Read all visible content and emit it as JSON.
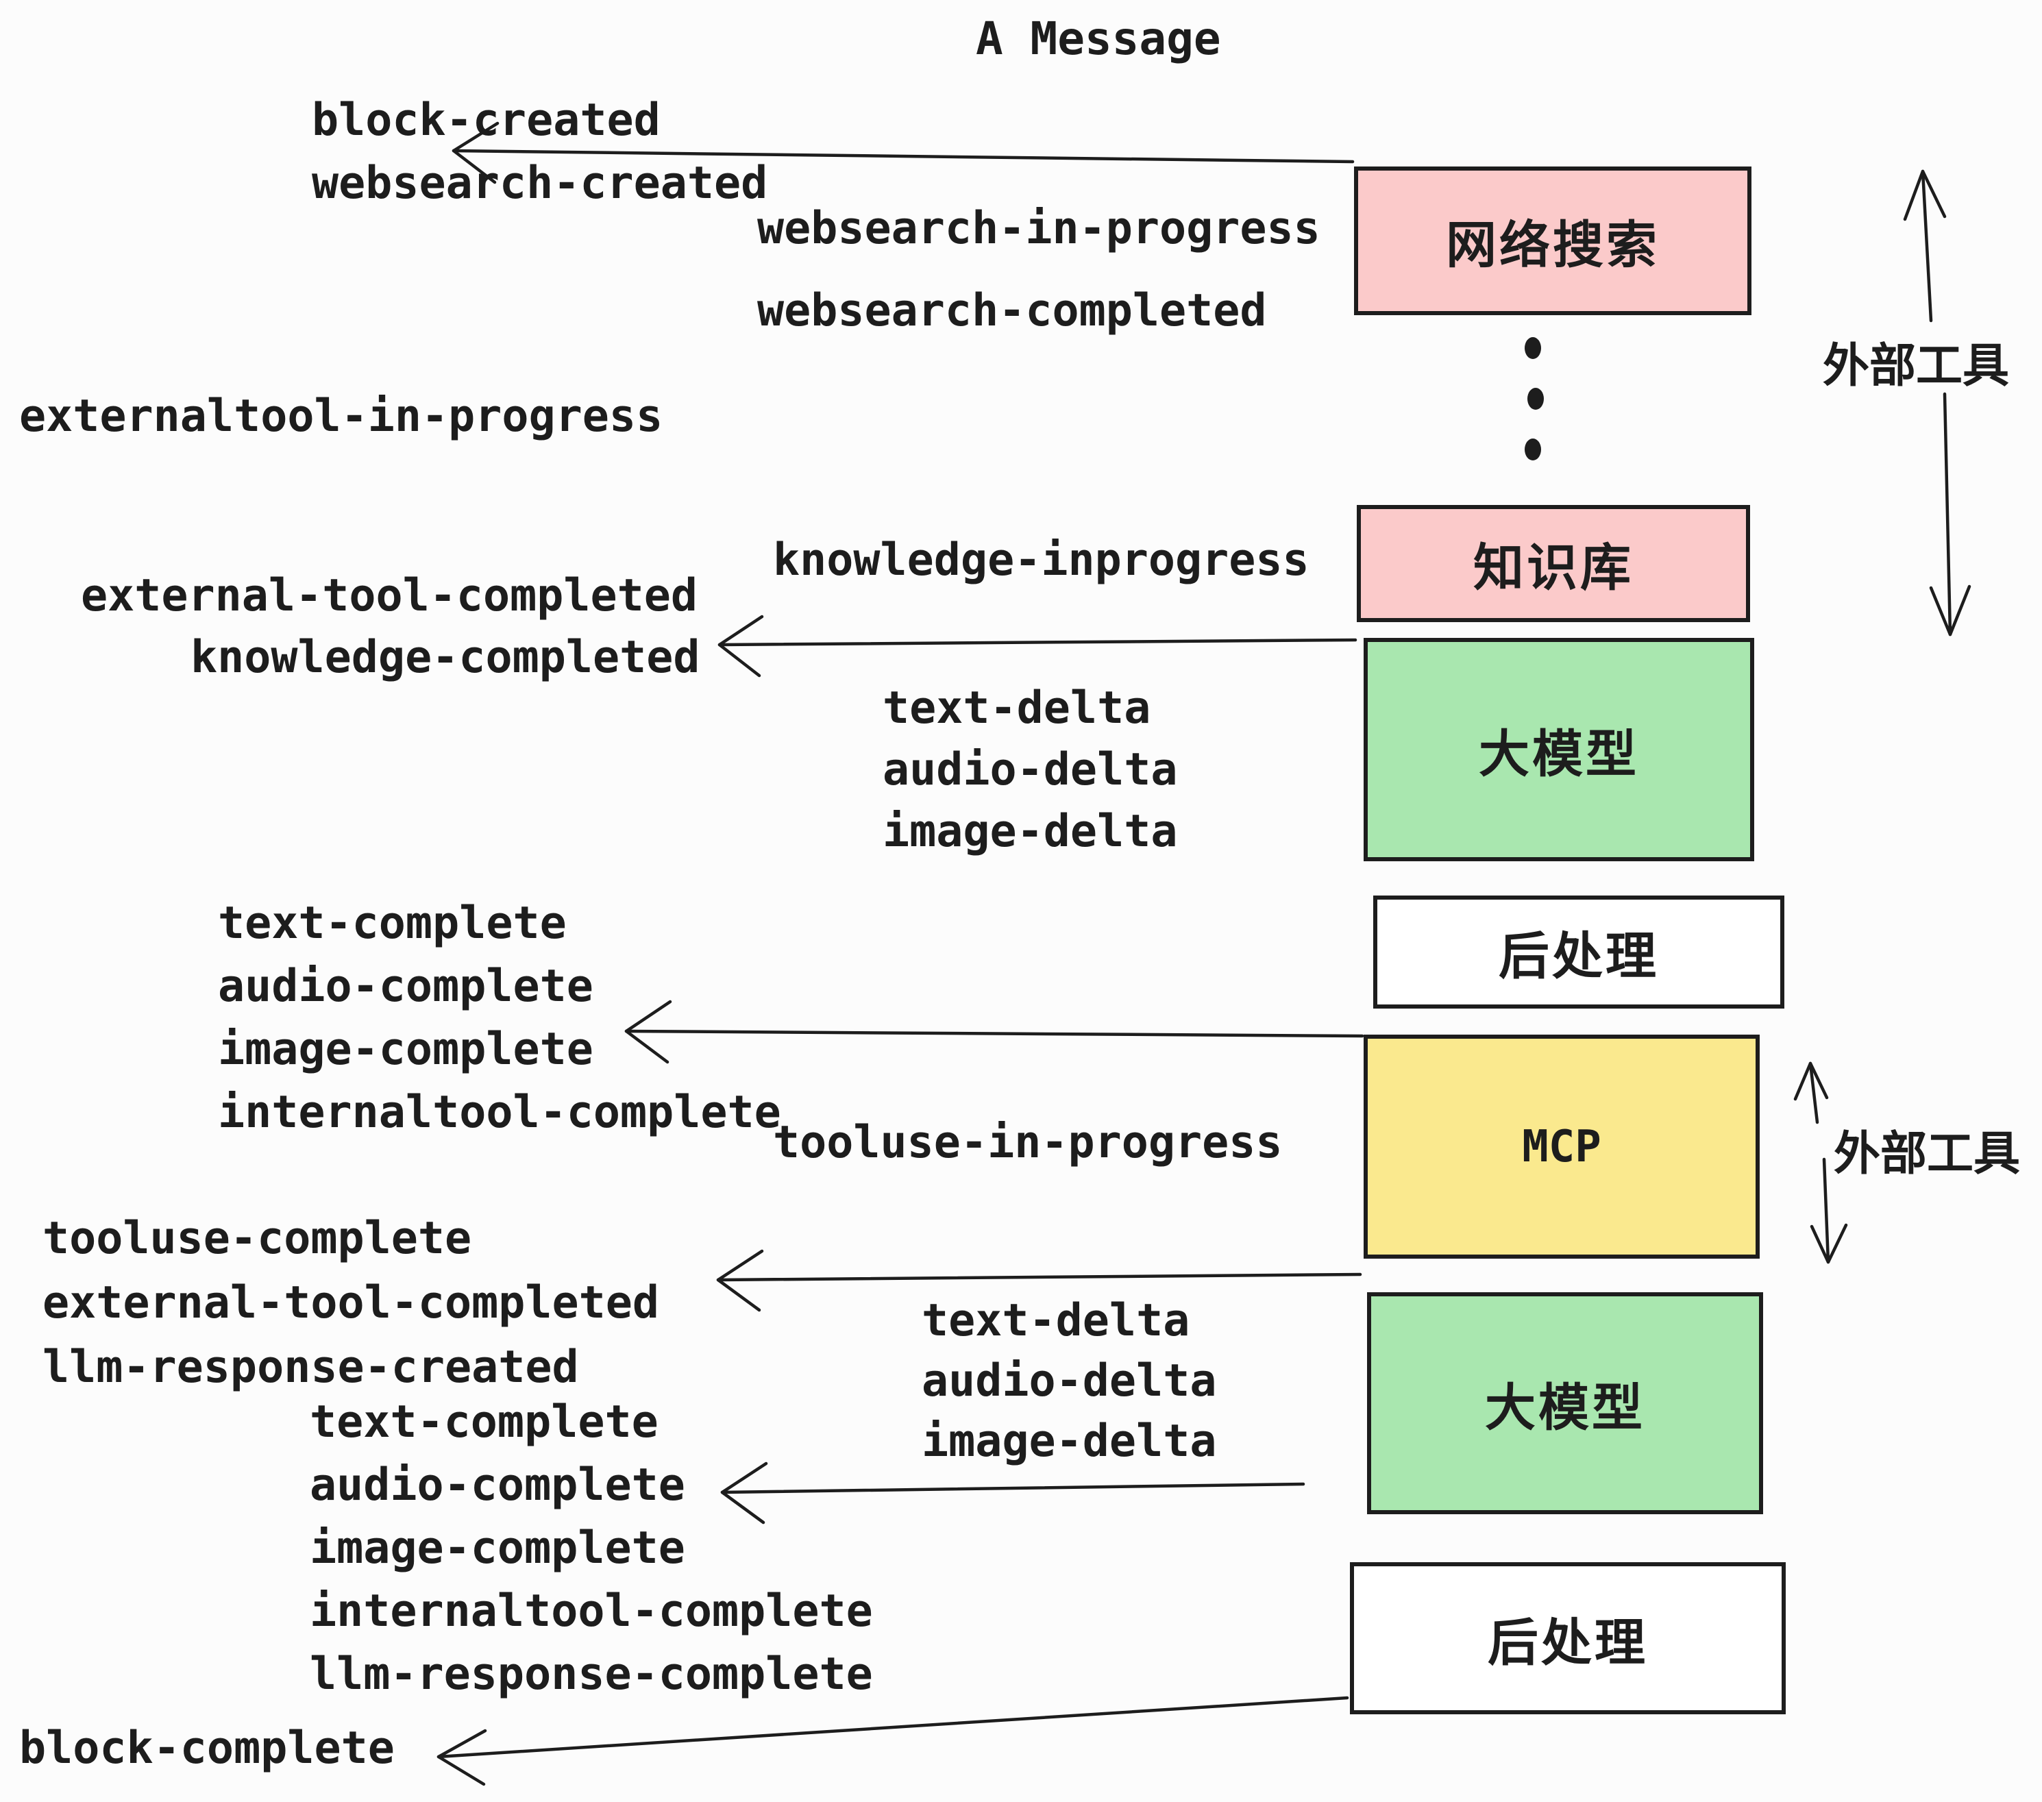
{
  "title": "A Message",
  "colors": {
    "background": "#fcfcfc",
    "ink": "#1d1d1d",
    "pink": "#fbcaca",
    "green": "#a9e7af",
    "yellow": "#fae98e",
    "white": "#ffffff"
  },
  "boxes": [
    {
      "id": "websearch",
      "label": "网络搜索",
      "fill": "#fbcaca"
    },
    {
      "id": "knowledge",
      "label": "知识库",
      "fill": "#fbcaca"
    },
    {
      "id": "llm-1",
      "label": "大模型",
      "fill": "#a9e7af"
    },
    {
      "id": "post-1",
      "label": "后处理",
      "fill": "#ffffff"
    },
    {
      "id": "mcp",
      "label": "MCP",
      "fill": "#fae98e"
    },
    {
      "id": "llm-2",
      "label": "大模型",
      "fill": "#a9e7af"
    },
    {
      "id": "post-2",
      "label": "后处理",
      "fill": "#ffffff"
    }
  ],
  "side_labels": [
    {
      "text": "外部工具"
    },
    {
      "text": "外部工具"
    }
  ],
  "events": [
    {
      "text": "block-created"
    },
    {
      "text": "websearch-created"
    },
    {
      "text": "websearch-in-progress"
    },
    {
      "text": "websearch-completed"
    },
    {
      "text": "externaltool-in-progress"
    },
    {
      "text": "knowledge-inprogress"
    },
    {
      "text": "external-tool-completed"
    },
    {
      "text": "knowledge-completed"
    },
    {
      "text": "text-delta"
    },
    {
      "text": "audio-delta"
    },
    {
      "text": "image-delta"
    },
    {
      "text": "text-complete"
    },
    {
      "text": "audio-complete"
    },
    {
      "text": "image-complete"
    },
    {
      "text": "internaltool-complete"
    },
    {
      "text": "tooluse-in-progress"
    },
    {
      "text": "tooluse-complete"
    },
    {
      "text": "external-tool-completed"
    },
    {
      "text": "llm-response-created"
    },
    {
      "text": "text-delta"
    },
    {
      "text": "audio-delta"
    },
    {
      "text": "image-delta"
    },
    {
      "text": "text-complete"
    },
    {
      "text": "audio-complete"
    },
    {
      "text": "image-complete"
    },
    {
      "text": "internaltool-complete"
    },
    {
      "text": "llm-response-complete"
    },
    {
      "text": "block-complete"
    }
  ]
}
